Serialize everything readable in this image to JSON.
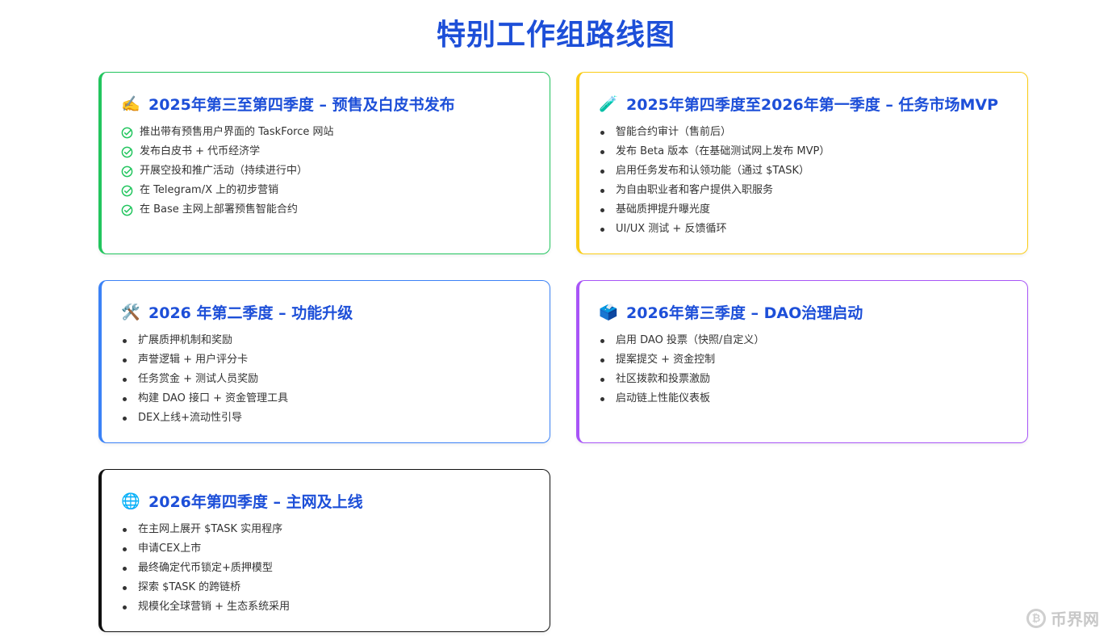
{
  "page": {
    "title": "特别工作组路线图"
  },
  "colors": {
    "title": "#1d4fd8",
    "card1_border": "#22c55e",
    "card2_border": "#facc15",
    "card3_border": "#3b82f6",
    "card4_border": "#a855f7",
    "card5_border": "#111111",
    "check": "#22c55e"
  },
  "cards": [
    {
      "icon": "✍️",
      "icon_name": "writing-hand-icon",
      "title": "2025年第三至第四季度 – 预售及白皮书发布",
      "list_style": "check",
      "items": [
        "推出带有预售用户界面的 TaskForce 网站",
        "发布白皮书 + 代币经济学",
        "开展空投和推广活动（持续进行中）",
        "在 Telegram/X 上的初步营销",
        "在 Base 主网上部署预售智能合约"
      ]
    },
    {
      "icon": "🧪",
      "icon_name": "test-tube-icon",
      "title": "2025年第四季度至2026年第一季度 – 任务市场MVP",
      "list_style": "bullet",
      "items": [
        "智能合约审计（售前后）",
        "发布 Beta 版本（在基础测试网上发布 MVP）",
        "启用任务发布和认领功能（通过 $TASK）",
        "为自由职业者和客户提供入职服务",
        "基础质押提升曝光度",
        "UI/UX 测试 + 反馈循环"
      ]
    },
    {
      "icon": "🛠️",
      "icon_name": "tools-icon",
      "title": "2026 年第二季度 – 功能升级",
      "list_style": "bullet",
      "items": [
        "扩展质押机制和奖励",
        "声誉逻辑 + 用户评分卡",
        "任务赏金 + 测试人员奖励",
        "构建 DAO 接口 + 资金管理工具",
        "DEX上线+流动性引导"
      ]
    },
    {
      "icon": "🗳️",
      "icon_name": "ballot-box-icon",
      "title": "2026年第三季度 – DAO治理启动",
      "list_style": "bullet",
      "items": [
        "启用 DAO 投票（快照/自定义）",
        "提案提交 + 资金控制",
        "社区拨款和投票激励",
        "启动链上性能仪表板"
      ]
    },
    {
      "icon": "🌐",
      "icon_name": "globe-icon",
      "title": "2026年第四季度 – 主网及上线",
      "list_style": "bullet",
      "items": [
        "在主网上展开 $TASK 实用程序",
        "申请CEX上市",
        "最终确定代币锁定+质押模型",
        "探索 $TASK 的跨链桥",
        "规模化全球营销 + 生态系统采用"
      ]
    }
  ],
  "watermark": {
    "coin_glyph": "₿",
    "text": "币界网"
  }
}
